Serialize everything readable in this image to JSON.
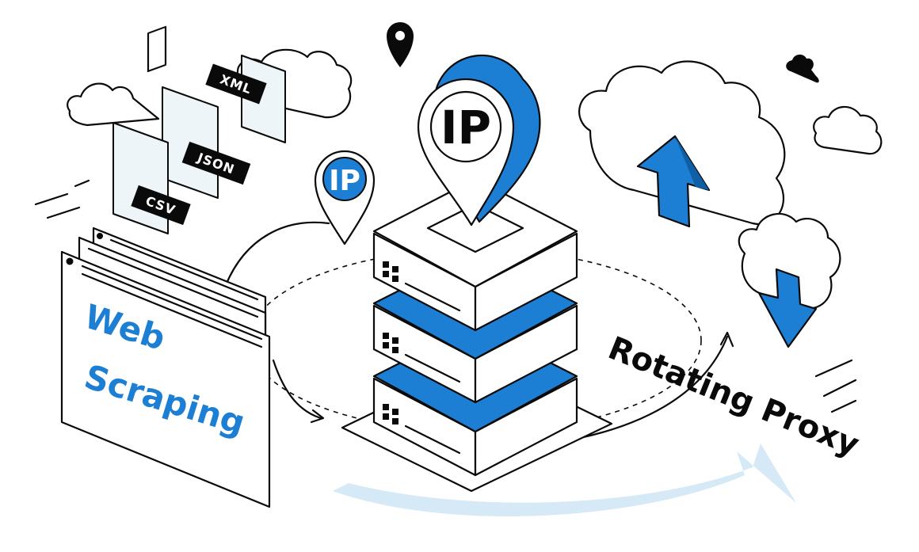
{
  "labels": {
    "web_line1": "Web",
    "web_line2": "Scraping",
    "rotating_proxy": "Rotating Proxy",
    "ip_large": "IP",
    "ip_small": "IP"
  },
  "file_tags": [
    "XML",
    "JSON",
    "CSV"
  ],
  "colors": {
    "accent": "#1d7fd3",
    "ink": "#0a0a0a",
    "pale": "#eef5f9",
    "swoosh": "#d6e9f6"
  },
  "icons": [
    "location-pin-icon",
    "cloud-icon",
    "upload-arrow-icon",
    "download-arrow-icon",
    "server-icon"
  ]
}
